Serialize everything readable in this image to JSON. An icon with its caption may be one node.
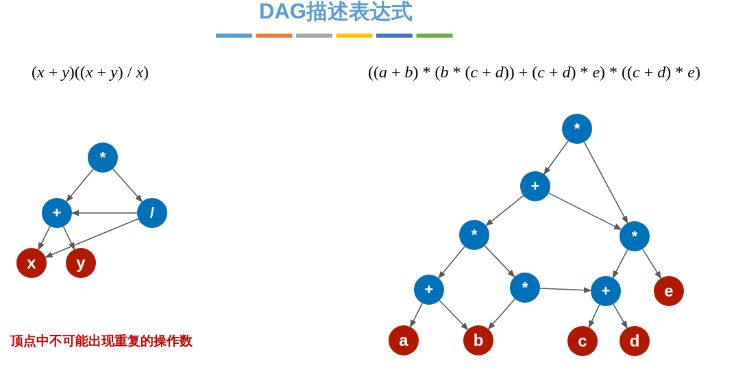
{
  "diagram": {
    "title": "DAG描述表达式",
    "nodes": [
      {
        "text": [
          "*"
        ]
      },
      {
        "text": [
          "+"
        ]
      },
      {
        "text": [
          "/"
        ]
      },
      {
        "text": [
          "x"
        ]
      },
      {
        "text": [
          "y"
        ]
      },
      {
        "text": [
          "*"
        ]
      },
      {
        "text": [
          "+"
        ]
      },
      {
        "text": [
          "*"
        ]
      },
      {
        "text": [
          "*"
        ]
      },
      {
        "text": [
          "+"
        ]
      },
      {
        "text": [
          "*"
        ]
      },
      {
        "text": [
          "+"
        ]
      },
      {
        "text": [
          "e"
        ]
      },
      {
        "text": [
          "a"
        ]
      },
      {
        "text": [
          "b"
        ]
      },
      {
        "text": [
          "c"
        ]
      },
      {
        "text": [
          "d"
        ]
      }
    ],
    "edges": [
      {
        "from": 0,
        "to": 1,
        "arrow": "to"
      },
      {
        "from": 0,
        "to": 2,
        "arrow": "to"
      },
      {
        "from": 2,
        "to": 1,
        "arrow": "to"
      },
      {
        "from": 1,
        "to": 3,
        "arrow": "to"
      },
      {
        "from": 1,
        "to": 4,
        "arrow": "to"
      },
      {
        "from": 2,
        "to": 3,
        "arrow": "to"
      },
      {
        "from": 5,
        "to": 6,
        "arrow": "to"
      },
      {
        "from": 5,
        "to": 8,
        "arrow": "to"
      },
      {
        "from": 6,
        "to": 7,
        "arrow": "to"
      },
      {
        "from": 6,
        "to": 8,
        "arrow": "to"
      },
      {
        "from": 7,
        "to": 9,
        "arrow": "to"
      },
      {
        "from": 7,
        "to": 10,
        "arrow": "to"
      },
      {
        "from": 8,
        "to": 11,
        "arrow": "to"
      },
      {
        "from": 8,
        "to": 12,
        "arrow": "to"
      },
      {
        "from": 9,
        "to": 13,
        "arrow": "to"
      },
      {
        "from": 9,
        "to": 14,
        "arrow": "to"
      },
      {
        "from": 10,
        "to": 14,
        "arrow": "to"
      },
      {
        "from": 10,
        "to": 11,
        "arrow": "to"
      },
      {
        "from": 11,
        "to": 15,
        "arrow": "to"
      },
      {
        "from": 11,
        "to": 16,
        "arrow": "to"
      }
    ],
    "labels": [
      "(*x* + *y*)((*x* + *y*) / *x*)",
      "((*a* + *b*) * (*b* * (*c* + *d*)) + (*c* + *d*) * *e*) * ((*c* + *d*) * *e*)",
      "顶点中不可能出现重复的操作数"
    ]
  }
}
